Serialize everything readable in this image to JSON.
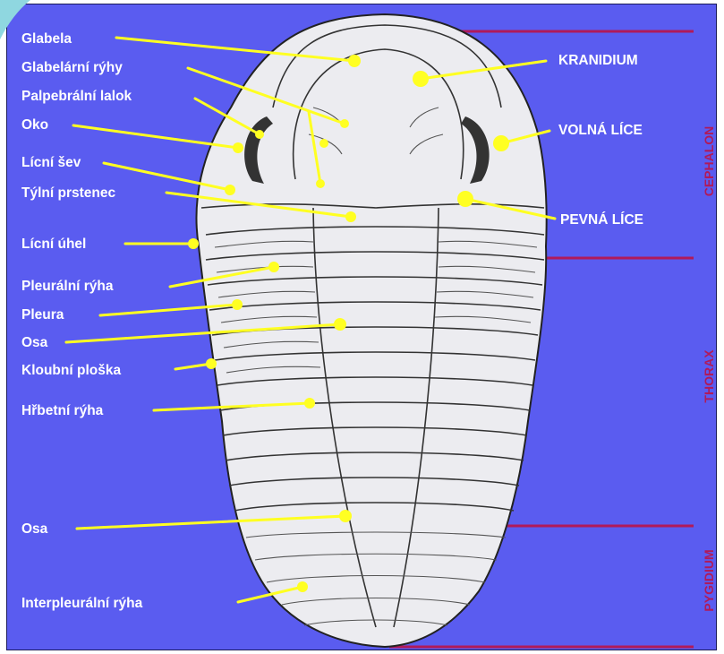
{
  "labels_left": [
    {
      "id": "glabela",
      "text": "Glabela"
    },
    {
      "id": "glabelarni-ryhy",
      "text": "Glabelární rýhy"
    },
    {
      "id": "palpebralni-lalok",
      "text": "Palpebrální lalok"
    },
    {
      "id": "oko",
      "text": "Oko"
    },
    {
      "id": "licni-sev",
      "text": "Lícní šev"
    },
    {
      "id": "tylni-prstenec",
      "text": "Týlní prstenec"
    },
    {
      "id": "licni-uhel",
      "text": "Lícní úhel"
    },
    {
      "id": "pleuralni-ryha",
      "text": "Pleurální rýha"
    },
    {
      "id": "pleura",
      "text": "Pleura"
    },
    {
      "id": "osa",
      "text": "Osa"
    },
    {
      "id": "kloubni-ploska",
      "text": "Kloubní ploška"
    },
    {
      "id": "hrbetni-ryha",
      "text": "Hřbetní rýha"
    },
    {
      "id": "osa-2",
      "text": "Osa"
    },
    {
      "id": "interpleuralni-ryha",
      "text": "Interpleurální rýha"
    }
  ],
  "labels_right": [
    {
      "id": "kranidium",
      "text": "KRANIDIUM"
    },
    {
      "id": "volna-lice",
      "text": "VOLNÁ LÍCE"
    },
    {
      "id": "pevna-lice",
      "text": "PEVNÁ LÍCE"
    }
  ],
  "regions": [
    {
      "id": "cephalon",
      "text": "CEPHALON"
    },
    {
      "id": "thorax",
      "text": "THORAX"
    },
    {
      "id": "pygidium",
      "text": "PYGIDIUM"
    }
  ],
  "colors": {
    "background": "#5a5cf0",
    "label_text": "#ffffff",
    "leader": "#ffff22",
    "region_text": "#b01a5a",
    "body_fill": "#ececf0"
  }
}
